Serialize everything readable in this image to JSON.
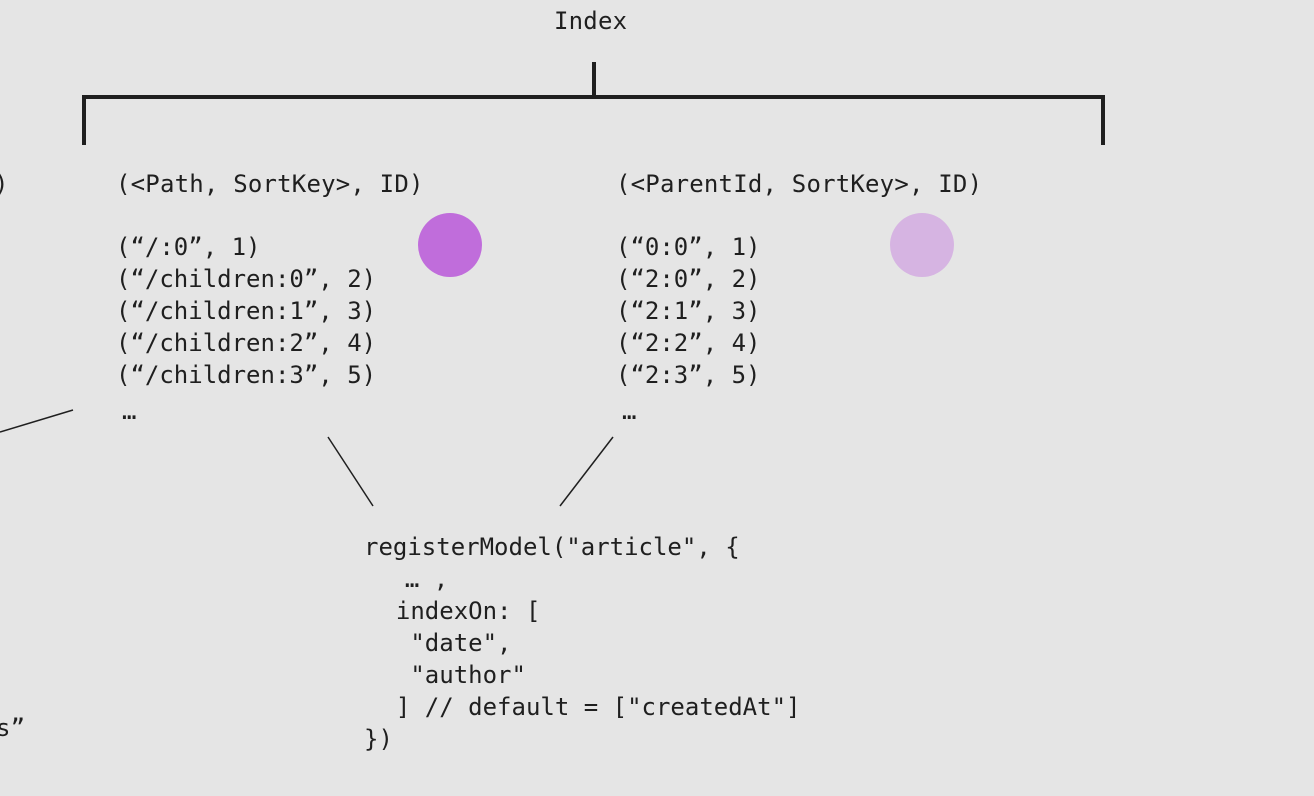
{
  "title": "Index",
  "left_edge": {
    "paren": ")",
    "quote_s": "s”"
  },
  "path_index": {
    "header": "(<Path, SortKey>, ID)",
    "rows": [
      "(“/:0”, 1)",
      "(“/children:0”, 2)",
      "(“/children:1”, 3)",
      "(“/children:2”, 4)",
      "(“/children:3”, 5)"
    ],
    "ellipsis": "…",
    "dot_color": "#c06ddb"
  },
  "parent_index": {
    "header": "(<ParentId, SortKey>, ID)",
    "rows": [
      "(“0:0”, 1)",
      "(“2:0”, 2)",
      "(“2:1”, 3)",
      "(“2:2”, 4)",
      "(“2:3”, 5)"
    ],
    "ellipsis": "…",
    "dot_color": "#d6b4e2"
  },
  "code": {
    "lines": [
      "registerModel(\"article\", {",
      "  … ,",
      "  indexOn: [",
      "   \"date\",",
      "   \"author\"",
      "  ] // default = [\"createdAt\"]",
      "})"
    ]
  }
}
